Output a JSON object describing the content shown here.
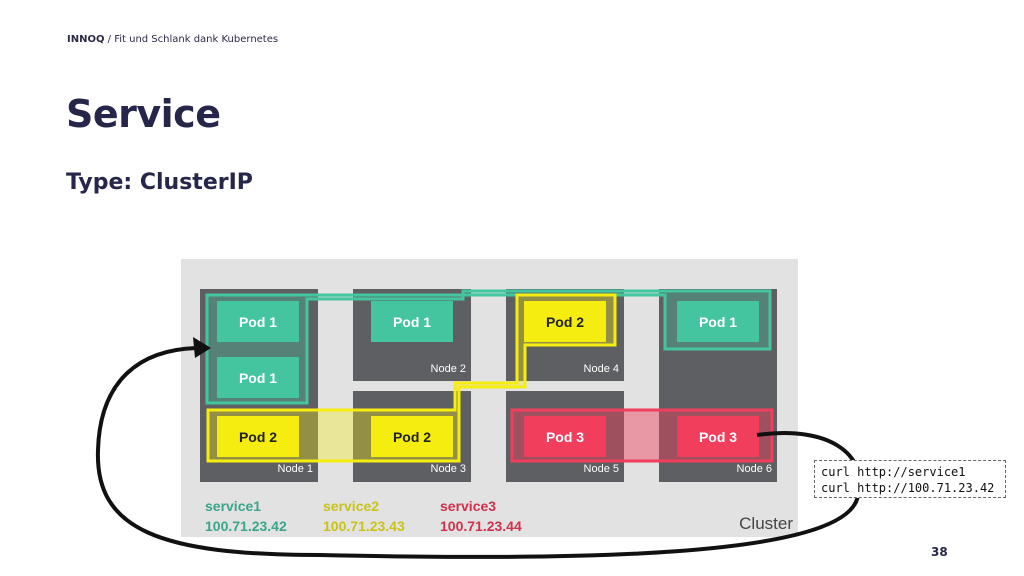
{
  "header": {
    "brand": "INNOQ",
    "separator": " / ",
    "deck_title": "Fit und Schlank dank Kubernetes"
  },
  "slide": {
    "title": "Service",
    "subtitle": "Type: ClusterIP",
    "page_number": "38"
  },
  "cluster": {
    "label": "Cluster",
    "nodes": [
      "Node 1",
      "Node 2",
      "Node 3",
      "Node 4",
      "Node 5",
      "Node 6"
    ],
    "pods": {
      "p1": "Pod 1",
      "p1b": "Pod 1",
      "p2": "Pod 1",
      "p4": "Pod 1",
      "q1": "Pod 2",
      "q3": "Pod 2",
      "q4": "Pod 2",
      "r5": "Pod 3",
      "r6": "Pod 3"
    },
    "services": [
      {
        "name": "service1",
        "ip": "100.71.23.42",
        "color": "#3aa58a"
      },
      {
        "name": "service2",
        "ip": "100.71.23.43",
        "color": "#c9c21a"
      },
      {
        "name": "service3",
        "ip": "100.71.23.44",
        "color": "#d0304c"
      }
    ]
  },
  "colors": {
    "pod1": "#45c4a0",
    "pod2": "#f5ec10",
    "pod3": "#f03e5c",
    "node": "#5e5f62",
    "cluster": "#e2e2e2",
    "title": "#26264a"
  },
  "curl": {
    "line1": "curl http://service1",
    "line2": "curl http://100.71.23.42"
  }
}
